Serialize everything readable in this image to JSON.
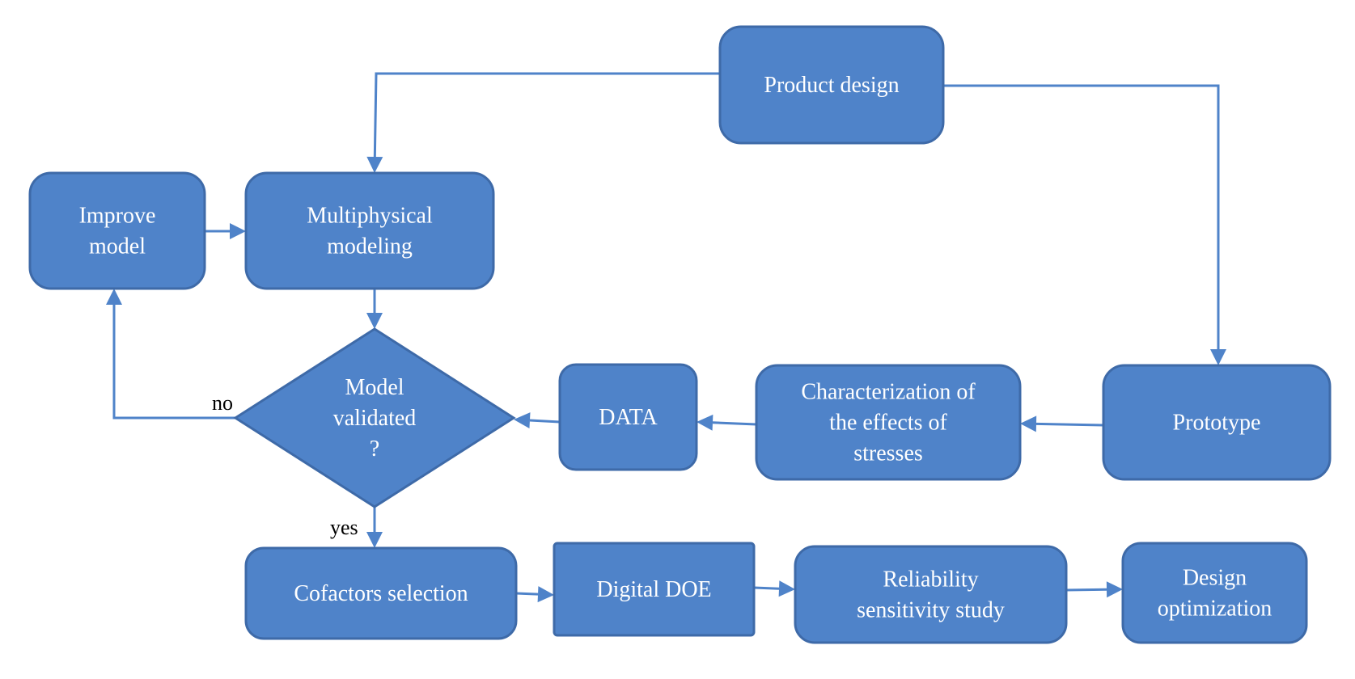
{
  "colors": {
    "node_fill": "#4f83c9",
    "node_border": "#3e6aa8",
    "edge": "#4f83c9",
    "node_text": "#ffffff",
    "label_text": "#000000"
  },
  "nodes": [
    {
      "id": "product-design",
      "shape": "rounded-rect",
      "lines": [
        "Product design"
      ]
    },
    {
      "id": "improve-model",
      "shape": "rounded-rect",
      "lines": [
        "Improve",
        "model"
      ]
    },
    {
      "id": "multiphysical-modeling",
      "shape": "rounded-rect",
      "lines": [
        "Multiphysical",
        "modeling"
      ]
    },
    {
      "id": "model-validated",
      "shape": "diamond",
      "lines": [
        "Model",
        "validated",
        "?"
      ]
    },
    {
      "id": "data",
      "shape": "rounded-rect",
      "lines": [
        "DATA"
      ]
    },
    {
      "id": "characterization",
      "shape": "rounded-rect",
      "lines": [
        "Characterization of",
        "the effects of",
        "stresses"
      ]
    },
    {
      "id": "prototype",
      "shape": "rounded-rect",
      "lines": [
        "Prototype"
      ]
    },
    {
      "id": "cofactors-selection",
      "shape": "rounded-rect",
      "lines": [
        "Cofactors selection"
      ]
    },
    {
      "id": "digital-doe",
      "shape": "rounded-rect",
      "lines": [
        "Digital DOE"
      ]
    },
    {
      "id": "reliability-sensitivity",
      "shape": "rounded-rect",
      "lines": [
        "Reliability",
        "sensitivity study"
      ]
    },
    {
      "id": "design-optimization",
      "shape": "rounded-rect",
      "lines": [
        "Design",
        "optimization"
      ]
    }
  ],
  "edges": [
    {
      "from": "product-design",
      "to": "multiphysical-modeling",
      "label": ""
    },
    {
      "from": "product-design",
      "to": "prototype",
      "label": ""
    },
    {
      "from": "improve-model",
      "to": "multiphysical-modeling",
      "label": ""
    },
    {
      "from": "multiphysical-modeling",
      "to": "model-validated",
      "label": ""
    },
    {
      "from": "model-validated",
      "to": "improve-model",
      "label": "no"
    },
    {
      "from": "model-validated",
      "to": "cofactors-selection",
      "label": "yes"
    },
    {
      "from": "prototype",
      "to": "characterization",
      "label": ""
    },
    {
      "from": "characterization",
      "to": "data",
      "label": ""
    },
    {
      "from": "data",
      "to": "model-validated",
      "label": ""
    },
    {
      "from": "cofactors-selection",
      "to": "digital-doe",
      "label": ""
    },
    {
      "from": "digital-doe",
      "to": "reliability-sensitivity",
      "label": ""
    },
    {
      "from": "reliability-sensitivity",
      "to": "design-optimization",
      "label": ""
    }
  ]
}
